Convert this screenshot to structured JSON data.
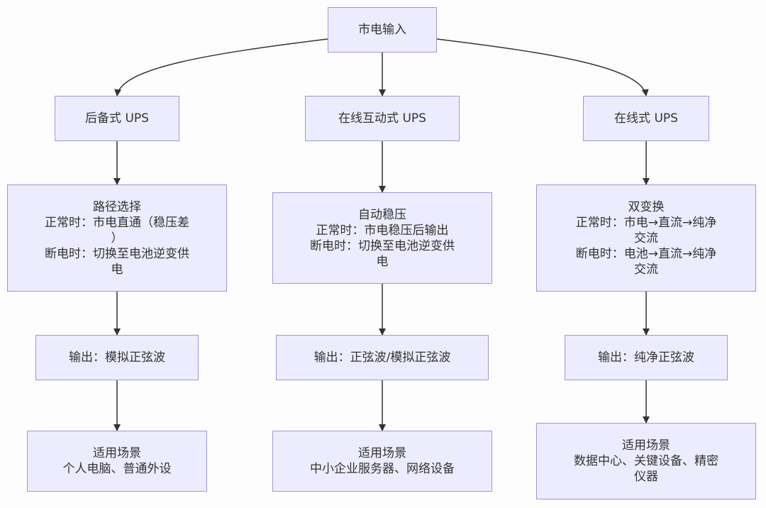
{
  "diagram": {
    "root": {
      "label": "市电输入"
    },
    "branches": [
      {
        "type": "后备式 UPS",
        "detail": {
          "title": "路径选择",
          "lines": [
            "正常时：市电直通（稳压差",
            "）",
            "断电时：切换至电池逆变供",
            "电"
          ]
        },
        "output": "输出：模拟正弦波",
        "scenario": {
          "title": "适用场景",
          "lines": [
            "个人电脑、普通外设"
          ]
        }
      },
      {
        "type": "在线互动式 UPS",
        "detail": {
          "title": "自动稳压",
          "lines": [
            "正常时：市电稳压后输出",
            "断电时：切换至电池逆变供",
            "电"
          ]
        },
        "output": "输出：正弦波/模拟正弦波",
        "scenario": {
          "title": "适用场景",
          "lines": [
            "中小企业服务器、网络设备"
          ]
        }
      },
      {
        "type": "在线式 UPS",
        "detail": {
          "title": "双变换",
          "lines": [
            "正常时：市电→直流→纯净",
            "交流",
            "断电时：电池→直流→纯净",
            "交流"
          ]
        },
        "output": "输出：纯净正弦波",
        "scenario": {
          "title": "适用场景",
          "lines": [
            "数据中心、关键设备、精密",
            "仪器"
          ]
        }
      }
    ]
  },
  "colors": {
    "node_fill": "#ececfe",
    "node_border": "#9f97d8",
    "edge": "#333333"
  }
}
